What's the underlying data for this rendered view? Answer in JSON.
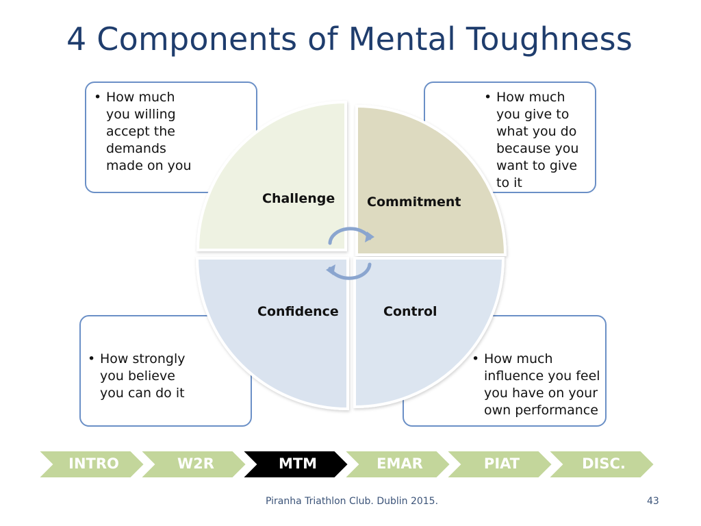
{
  "title": "4 Components of Mental Toughness",
  "components": [
    {
      "name": "Challenge",
      "description": "How much you willing accept the demands made on you",
      "lines": [
        "How much",
        "you willing",
        "accept the",
        "demands",
        "made on you"
      ]
    },
    {
      "name": "Commitment",
      "description": "How much you give to what you do because you want to give to it",
      "lines": [
        "How much",
        "you give to",
        "what you do",
        "because you",
        "want to give",
        "to it"
      ]
    },
    {
      "name": "Confidence",
      "description": "How strongly you believe you can do it",
      "lines": [
        "How strongly",
        "you believe",
        "you can do it"
      ]
    },
    {
      "name": "Control",
      "description": "How much influence you feel you have on your own performance",
      "lines": [
        "How much",
        "influence you feel",
        "you have on your",
        "own performance"
      ]
    }
  ],
  "colors": {
    "challenge": "#eef2e2",
    "commitment": "#dddac0",
    "confidence": "#dae3ef",
    "control": "#dce5f0",
    "box_border": "#6a8fc6",
    "title": "#1f3d6d",
    "nav_inactive": "#c3d69b",
    "nav_active": "#000000"
  },
  "nav": {
    "items": [
      {
        "label": "INTRO",
        "active": false
      },
      {
        "label": "W2R",
        "active": false
      },
      {
        "label": "MTM",
        "active": true
      },
      {
        "label": "EMAR",
        "active": false
      },
      {
        "label": "PIAT",
        "active": false
      },
      {
        "label": "DISC.",
        "active": false
      }
    ]
  },
  "footer": {
    "text": "Piranha Triathlon Club. Dublin 2015.",
    "page_number": "43"
  }
}
